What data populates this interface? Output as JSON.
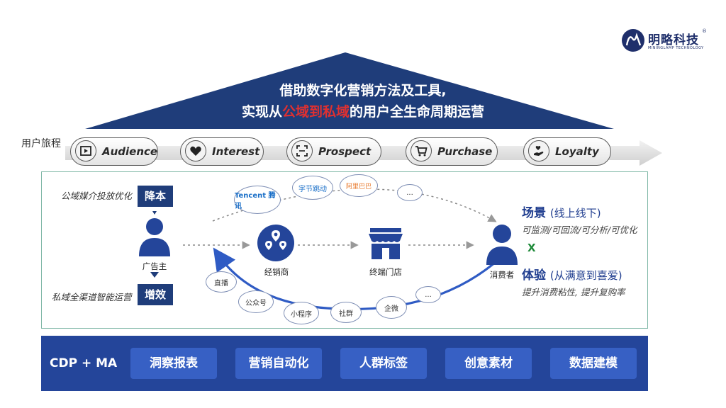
{
  "logo": {
    "name": "明略科技",
    "subtitle": "MININGLAMP TECHNOLOGY",
    "reg": "®"
  },
  "headline": {
    "line1": "借助数字化营销方法及工具,",
    "line2_prefix": "实现从",
    "line2_highlight": "公域到私域",
    "line2_suffix": "的用户全生命周期运营"
  },
  "journey": {
    "label": "用户旅程",
    "stages": [
      {
        "label": "Audience",
        "icon": "play-icon"
      },
      {
        "label": "Interest",
        "icon": "heart-icon"
      },
      {
        "label": "Prospect",
        "icon": "scan-icon"
      },
      {
        "label": "Purchase",
        "icon": "cart-icon"
      },
      {
        "label": "Loyalty",
        "icon": "hand-heart-icon"
      }
    ]
  },
  "left": {
    "top_note": "公域媒介投放优化",
    "top_tag": "降本",
    "actor": "广告主",
    "bottom_note": "私域全渠道智能运营",
    "bottom_tag": "增效"
  },
  "nodes": {
    "dealer": "经销商",
    "store": "终端门店",
    "consumer": "消费者"
  },
  "media_bubbles": [
    "Tencent 腾讯",
    "字节跳动",
    "阿里巴巴",
    "..."
  ],
  "private_bubbles": [
    "直播",
    "公众号",
    "小程序",
    "社群",
    "企微",
    "..."
  ],
  "right": {
    "scene_title": "场景",
    "scene_paren": "(线上线下)",
    "scene_sub": "可监测/可回流/可分析/可优化",
    "times": "X",
    "exp_title": "体验",
    "exp_paren": "(从满意到喜爱)",
    "exp_sub": "提升消费粘性, 提升复购率"
  },
  "bottom": {
    "label": "CDP + MA",
    "items": [
      "洞察报表",
      "营销自动化",
      "人群标签",
      "创意素材",
      "数据建模"
    ]
  },
  "colors": {
    "navy": "#1f3d7a",
    "band": "#24459a",
    "pill": "#3760c4",
    "highlight": "#e03030",
    "panel_border": "#7fb7a6"
  }
}
